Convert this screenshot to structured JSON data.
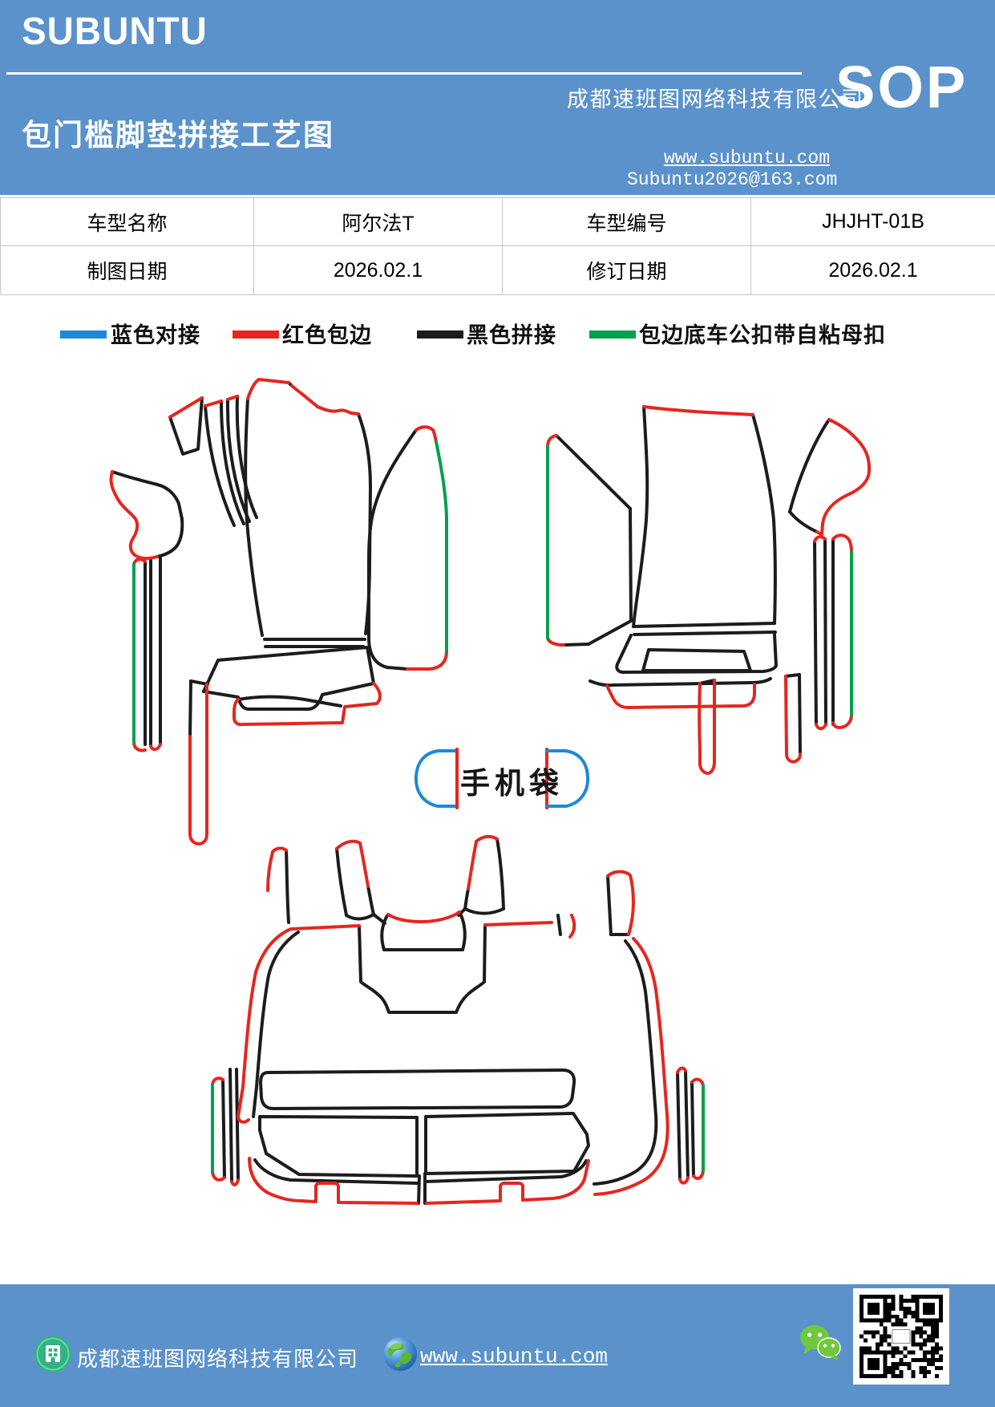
{
  "header": {
    "brand": "SUBUNTU",
    "title": "包门槛脚垫拼接工艺图",
    "company": "成都速班图网络科技有限公司",
    "website": "www.subuntu.com",
    "email": "Subuntu2026@163.com",
    "sop_label": "SOP",
    "background_color": "#5b92cb"
  },
  "info_table": {
    "rows": [
      {
        "label1": "车型名称",
        "value1": "阿尔法T",
        "label2": "车型编号",
        "value2": "JHJHT-01B"
      },
      {
        "label1": "制图日期",
        "value1": "2026.02.1",
        "label2": "修订日期",
        "value2": "2026.02.1"
      }
    ]
  },
  "legend": {
    "items": [
      {
        "label": "蓝色对接",
        "color": "#1e88d6"
      },
      {
        "label": "红色包边",
        "color": "#e5261f"
      },
      {
        "label": "黑色拼接",
        "color": "#1c1c1c"
      },
      {
        "label": "包边底车公扣带自粘母扣",
        "color": "#00a04d"
      }
    ]
  },
  "diagram": {
    "phone_bag_label": "手机袋",
    "stroke_colors": {
      "splice_black": "#1c1c1c",
      "edge_red": "#e5261f",
      "snap_green": "#00a04d",
      "butt_blue": "#1e88d6"
    }
  },
  "footer": {
    "company": "成都速班图网络科技有限公司",
    "website": "www.subuntu.com",
    "icons": [
      "building-icon",
      "globe-icon",
      "wechat-icon",
      "qr-code"
    ]
  }
}
